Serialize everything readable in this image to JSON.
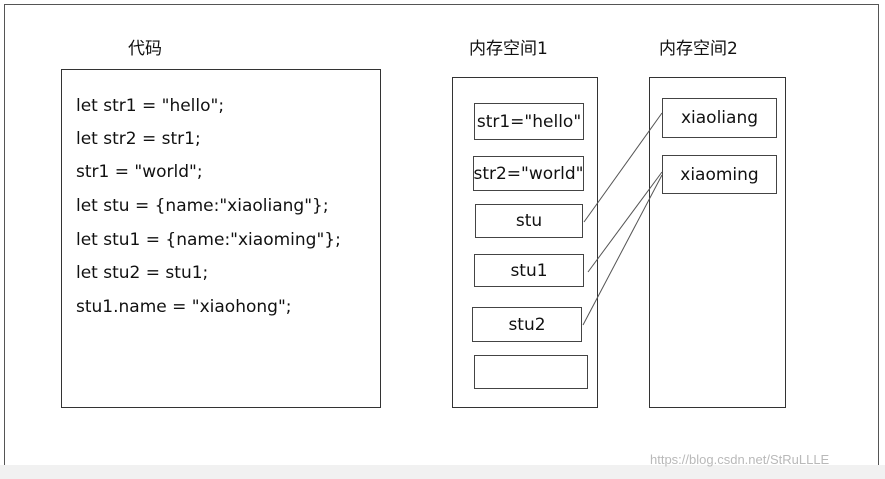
{
  "headings": {
    "code": "代码",
    "memory1": "内存空间1",
    "memory2": "内存空间2"
  },
  "code_lines": [
    "let str1 = \"hello\";",
    "let str2 = str1;",
    "str1 = \"world\";",
    "let stu = {name:\"xiaoliang\"};",
    "let stu1 = {name:\"xiaoming\"};",
    "let stu2 = stu1;",
    "stu1.name = \"xiaohong\";"
  ],
  "memory1_cells": [
    "str1=\"hello\"",
    "str2=\"world\"",
    "stu",
    "stu1",
    "stu2",
    ""
  ],
  "memory2_cells": [
    "xiaoliang",
    "xiaoming"
  ],
  "watermark": "https://blog.csdn.net/StRuLLLE"
}
